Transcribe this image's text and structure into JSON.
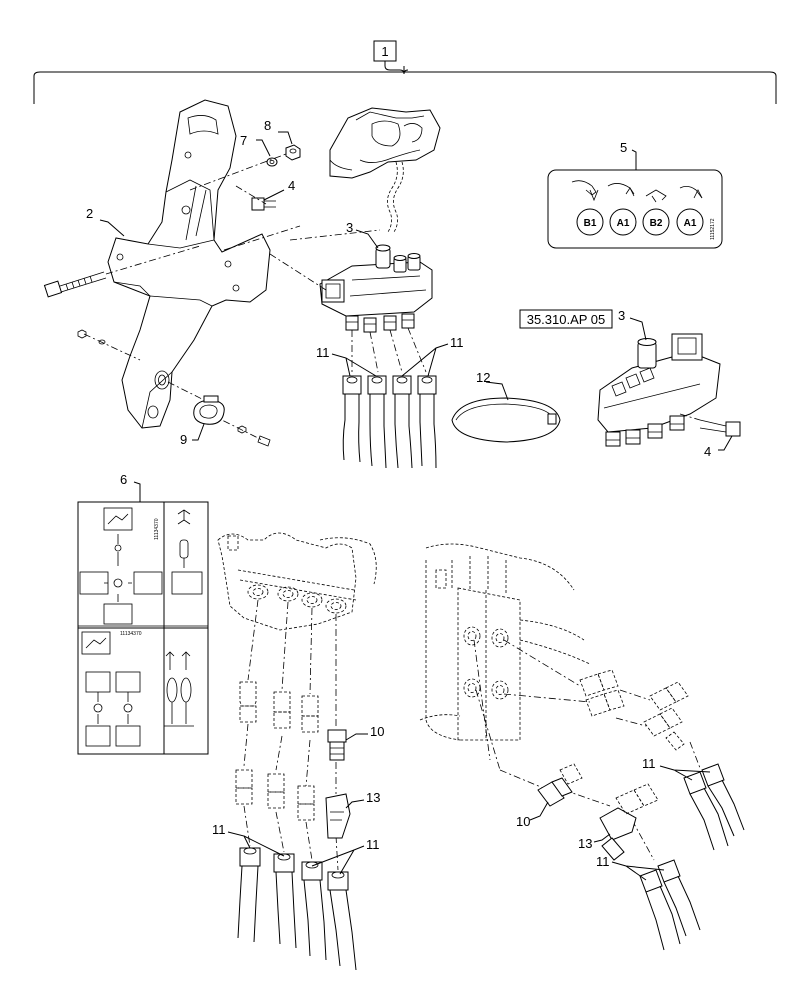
{
  "assembly_label": "1",
  "reference_box": "35.310.AP 05",
  "callouts": {
    "c2": "2",
    "c3a": "3",
    "c3b": "3",
    "c4a": "4",
    "c4b": "4",
    "c5": "5",
    "c6": "6",
    "c7": "7",
    "c8": "8",
    "c9": "9",
    "c10a": "10",
    "c10b": "10",
    "c11a": "11",
    "c11b": "11",
    "c11c": "11",
    "c11d": "11",
    "c11e": "11",
    "c11f": "11",
    "c12": "12",
    "c13a": "13",
    "c13b": "13"
  },
  "decal_5": {
    "codes": [
      "B1",
      "A1",
      "B2",
      "A1"
    ],
    "serial": "11152172"
  },
  "decal_6": {
    "serial_top": "11134370",
    "serial_bottom": "11134370"
  }
}
